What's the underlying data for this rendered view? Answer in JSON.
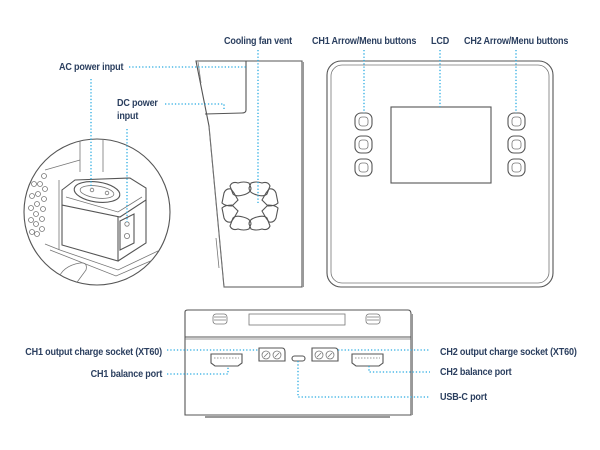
{
  "title": "Dual-channel charger parts diagram",
  "colors": {
    "label_text": "#2b3f5f",
    "leader_line": "#29abe2",
    "outline": "#555555"
  },
  "labels": {
    "cooling_fan_vent": "Cooling fan vent",
    "ac_power_input": "AC power input",
    "dc_power_input_line1": "DC power",
    "dc_power_input_line2": "input",
    "ch1_arrow_menu_buttons": "CH1 Arrow/Menu buttons",
    "lcd": "LCD",
    "ch2_arrow_menu_buttons": "CH2 Arrow/Menu buttons",
    "ch1_output_charge_socket": "CH1 output charge socket (XT60)",
    "ch1_balance_port": "CH1 balance port",
    "ch2_output_charge_socket": "CH2 output charge socket (XT60)",
    "ch2_balance_port": "CH2 balance port",
    "usb_c_port": "USB-C port"
  },
  "views": [
    "rear-detail-inset",
    "side-view",
    "front-view",
    "top-view"
  ]
}
